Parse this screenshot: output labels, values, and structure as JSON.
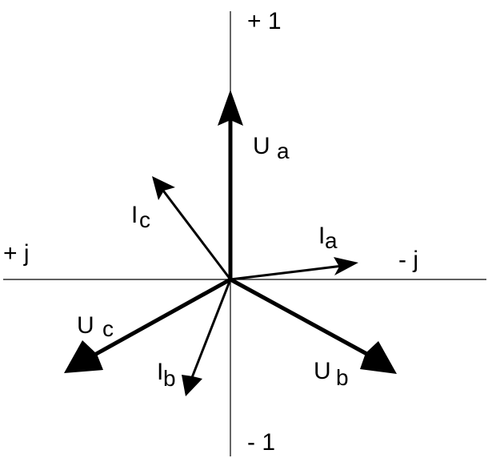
{
  "colors": {
    "background": "#ffffff",
    "ink": "#000000"
  },
  "axes": {
    "top": "+ 1",
    "bottom": "- 1",
    "left": "+ j",
    "right": "- j"
  },
  "vectors": {
    "Ua": {
      "main": "U",
      "sub": "a"
    },
    "Ub": {
      "main": "U",
      "sub": "b"
    },
    "Uc": {
      "main": "U",
      "sub": "c"
    },
    "Ia": {
      "main": "I",
      "sub": "a"
    },
    "Ib": {
      "main": "I",
      "sub": "b"
    },
    "Ic": {
      "main": "I",
      "sub": "c"
    }
  }
}
